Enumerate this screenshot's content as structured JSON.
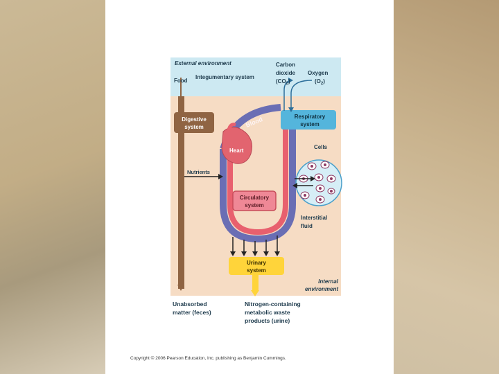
{
  "labels": {
    "external_environment": "External environment",
    "carbon_line1": "Carbon",
    "carbon_line2": "dioxide",
    "carbon_line3": "(CO",
    "carbon_sub": "2",
    "carbon_close": ")",
    "oxygen_line1": "Oxygen",
    "oxygen_line2": "(O",
    "oxygen_sub": "2",
    "oxygen_close": ")",
    "food": "Food",
    "integumentary": "Integumentary system",
    "digestive_line1": "Digestive",
    "digestive_line2": "system",
    "respiratory_line1": "Respiratory",
    "respiratory_line2": "system",
    "blood": "Blood",
    "heart": "Heart",
    "cells": "Cells",
    "nutrients": "Nutrients",
    "circulatory_line1": "Circulatory",
    "circulatory_line2": "system",
    "interstitial_line1": "Interstitial",
    "interstitial_line2": "fluid",
    "urinary_line1": "Urinary",
    "urinary_line2": "system",
    "internal_line1": "Internal",
    "internal_line2": "environment",
    "unabsorbed_line1": "Unabsorbed",
    "unabsorbed_line2": "matter (feces)",
    "nitrogen_line1": "Nitrogen-containing",
    "nitrogen_line2": "metabolic waste",
    "nitrogen_line3": "products (urine)"
  },
  "copyright": "Copyright © 2006 Pearson Education, Inc. publishing as Benjamin Cummings.",
  "colors": {
    "external_env": "#cde9f2",
    "internal_env": "#f6dcc4",
    "digestive": "#8f6443",
    "respiratory": "#54b5dc",
    "circulatory": "#ef8896",
    "urinary": "#ffd43a",
    "blood_blue": "#6a6eb4",
    "blood_red": "#e8606e"
  }
}
